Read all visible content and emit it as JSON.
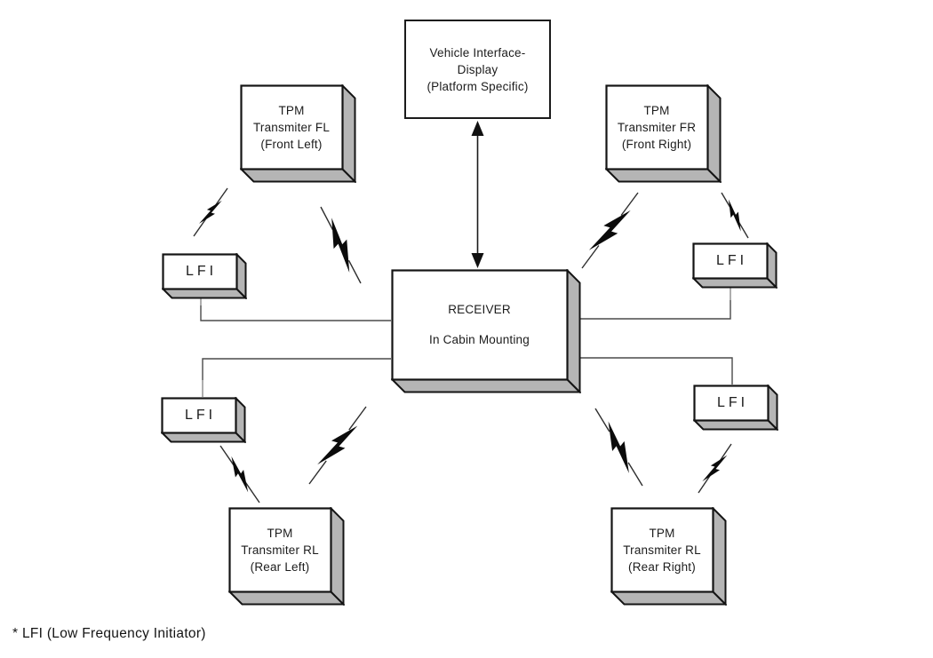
{
  "figure": {
    "type": "system-block-diagram",
    "subject": "Tire Pressure Monitoring system layout"
  },
  "nodes": {
    "display": {
      "line1": "Vehicle Interface-",
      "line2": "Display",
      "line3": "(Platform Specific)"
    },
    "receiver": {
      "line1": "RECEIVER",
      "line2": "In Cabin Mounting"
    },
    "tpm_fl": {
      "line1": "TPM",
      "line2": "Transmiter FL",
      "line3": "(Front Left)"
    },
    "tpm_fr": {
      "line1": "TPM",
      "line2": "Transmiter FR",
      "line3": "(Front Right)"
    },
    "tpm_rl": {
      "line1": "TPM",
      "line2": "Transmiter RL",
      "line3": "(Rear Left)"
    },
    "tpm_rr": {
      "line1": "TPM",
      "line2": "Transmiter RL",
      "line3": "(Rear Right)"
    },
    "lfi_front_left": {
      "label": "LFI"
    },
    "lfi_front_right": {
      "label": "LFI"
    },
    "lfi_rear_left": {
      "label": "LFI"
    },
    "lfi_rear_right": {
      "label": "LFI"
    }
  },
  "footnote": "* LFI (Low Frequency Initiator)",
  "icons": {
    "rf_link": "lightning-bolt",
    "display_link": "double-headed-vertical-arrow"
  },
  "colors": {
    "background": "#ffffff",
    "box_face": "#ffffff",
    "box_outline": "#141414",
    "box_side_shading": "#b5b5b5",
    "wire": "#4a4a4a",
    "bolt": "#0b0b0b"
  }
}
